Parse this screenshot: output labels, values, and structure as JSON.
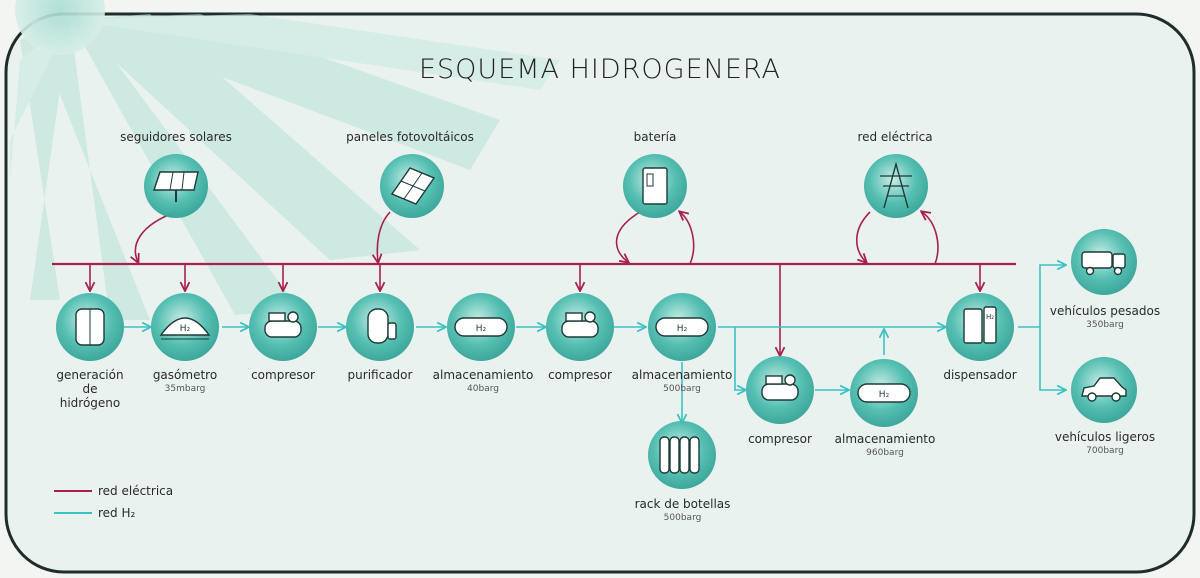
{
  "title": "ESQUEMA HIDROGENERA",
  "colors": {
    "electric": "#a8204f",
    "h2": "#3cc1c2",
    "circle": "#3bb3a7",
    "circle_light": "#bfe7e2",
    "frame_bg": "#eaf1ee"
  },
  "sources": [
    {
      "label": "seguidores solares",
      "icon": "solar-tracker-icon"
    },
    {
      "label": "paneles fotovoltáicos",
      "icon": "solar-panel-icon"
    },
    {
      "label": "batería",
      "icon": "battery-icon"
    },
    {
      "label": "red eléctrica",
      "icon": "power-tower-icon"
    }
  ],
  "process": [
    {
      "label": "generación\nde\nhidrógeno",
      "sub": "",
      "icon": "electrolyzer-icon"
    },
    {
      "label": "gasómetro",
      "sub": "35mbarg",
      "icon": "gasometer-icon"
    },
    {
      "label": "compresor",
      "sub": "",
      "icon": "compressor-icon"
    },
    {
      "label": "purificador",
      "sub": "",
      "icon": "purifier-icon"
    },
    {
      "label": "almacenamiento",
      "sub": "40barg",
      "icon": "h2-tank-icon"
    },
    {
      "label": "compresor",
      "sub": "",
      "icon": "compressor-icon"
    },
    {
      "label": "almacenamiento",
      "sub": "500barg",
      "icon": "h2-tank-icon"
    },
    {
      "label": "compresor",
      "sub": "",
      "icon": "compressor-icon"
    },
    {
      "label": "almacenamiento",
      "sub": "960barg",
      "icon": "h2-tank-icon"
    },
    {
      "label": "dispensador",
      "sub": "",
      "icon": "dispenser-icon"
    },
    {
      "label": "rack de botellas",
      "sub": "500barg",
      "icon": "bottle-rack-icon"
    }
  ],
  "vehicles": [
    {
      "label": "vehículos pesados",
      "sub": "350barg",
      "icon": "truck-icon"
    },
    {
      "label": "vehículos ligeros",
      "sub": "700barg",
      "icon": "car-icon"
    }
  ],
  "legend": [
    {
      "label": "red eléctrica",
      "color_key": "electric"
    },
    {
      "label": "red H₂",
      "color_key": "h2"
    }
  ]
}
